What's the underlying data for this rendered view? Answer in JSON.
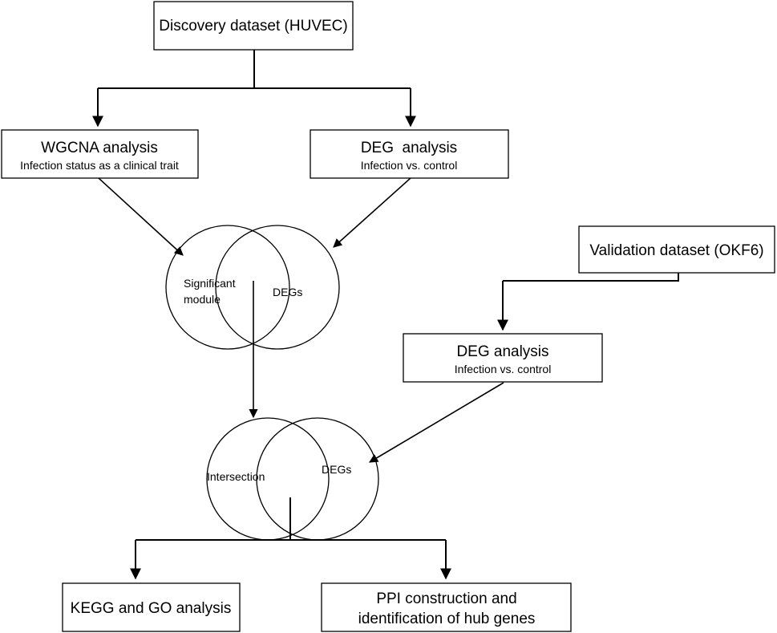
{
  "discovery": {
    "title": "Discovery dataset (HUVEC)"
  },
  "wgcna": {
    "title": "WGCNA analysis",
    "subtitle": "Infection status as a clinical trait"
  },
  "deg1": {
    "title": "DEG  analysis",
    "subtitle": "Infection vs. control"
  },
  "validation": {
    "title": "Validation dataset (OKF6)"
  },
  "deg2": {
    "title": "DEG analysis",
    "subtitle": "Infection vs. control"
  },
  "venn1": {
    "left_label_line1": "Significant",
    "left_label_line2": "module",
    "right_label": "DEGs"
  },
  "venn2": {
    "left_label": "Intersection",
    "right_label": "DEGs"
  },
  "kegg": {
    "title": "KEGG and GO analysis"
  },
  "ppi": {
    "title_line1": "PPI construction and",
    "title_line2": "identification of hub genes"
  }
}
